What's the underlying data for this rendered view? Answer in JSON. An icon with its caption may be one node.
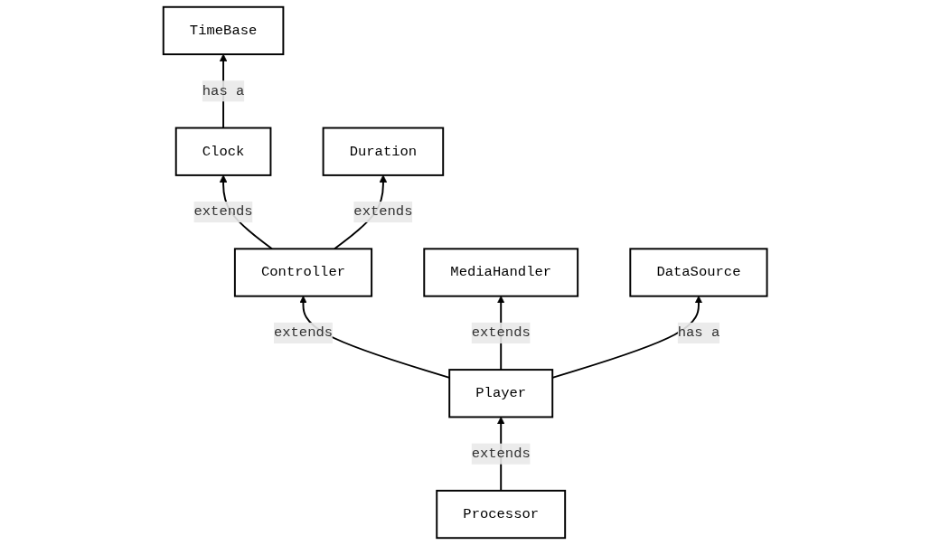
{
  "diagram": {
    "nodes": [
      {
        "text": [
          "Clock"
        ]
      },
      {
        "text": [
          "TimeBase"
        ]
      },
      {
        "text": [
          "Duration"
        ]
      },
      {
        "text": [
          "Controller"
        ]
      },
      {
        "text": [
          "MediaHandler"
        ]
      },
      {
        "text": [
          "Player"
        ]
      },
      {
        "text": [
          "DataSource"
        ]
      },
      {
        "text": [
          "Processor"
        ]
      }
    ],
    "edges": [
      {
        "from": 0,
        "to": 1,
        "arrow": "to",
        "label": "has a"
      },
      {
        "from": 3,
        "to": 0,
        "arrow": "to",
        "label": "extends"
      },
      {
        "from": 3,
        "to": 2,
        "arrow": "to",
        "label": "extends"
      },
      {
        "from": 5,
        "to": 3,
        "arrow": "to",
        "label": "extends"
      },
      {
        "from": 5,
        "to": 4,
        "arrow": "to",
        "label": "extends"
      },
      {
        "from": 5,
        "to": 6,
        "arrow": "to",
        "label": "has a"
      },
      {
        "from": 7,
        "to": 5,
        "arrow": "to",
        "label": "extends"
      }
    ]
  }
}
